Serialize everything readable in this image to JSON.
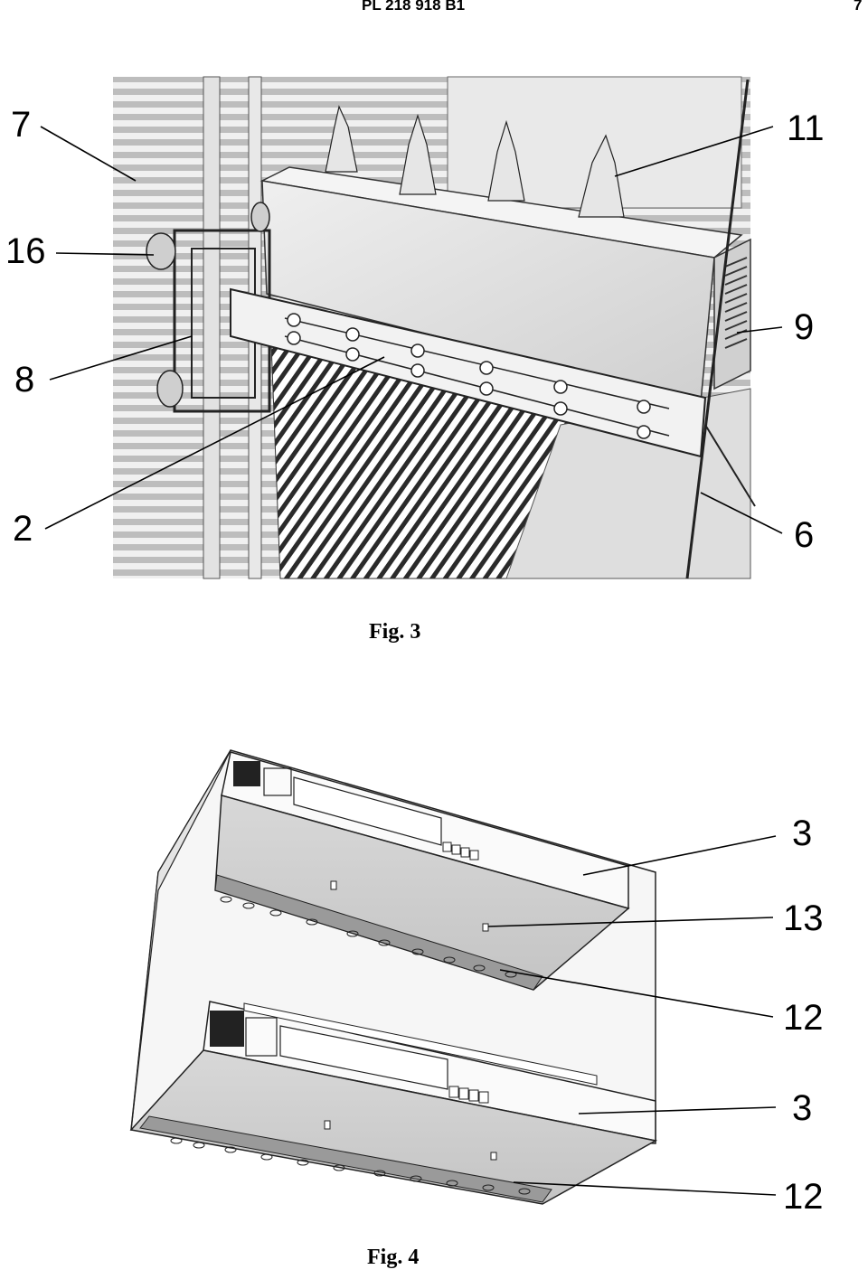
{
  "header": {
    "patent_number": "PL 218 918 B1",
    "page_number": "7"
  },
  "figures": [
    {
      "caption": "Fig. 3",
      "labels": [
        "7",
        "16",
        "8",
        "2",
        "11",
        "9",
        "6"
      ]
    },
    {
      "caption": "Fig. 4",
      "labels": [
        "3",
        "13",
        "12",
        "3",
        "12"
      ]
    }
  ]
}
